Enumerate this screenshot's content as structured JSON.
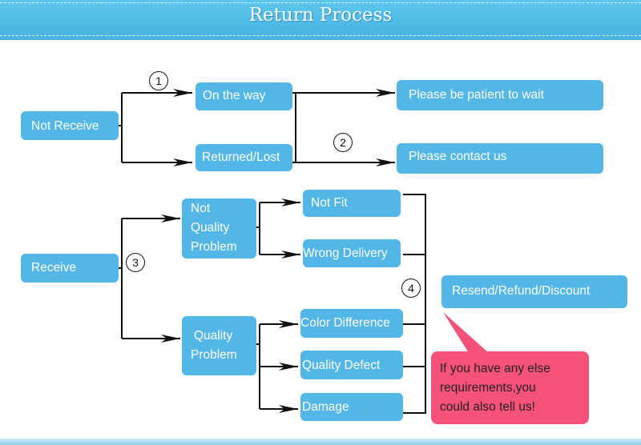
{
  "header": {
    "title": "Return Process"
  },
  "nodes": {
    "not_receive": "Not Receive",
    "on_the_way": "On the way",
    "returned_lost": "Returned/Lost",
    "be_patient": "Please be patient to wait",
    "contact_us": "Please contact us",
    "receive": "Receive",
    "not_quality_problem": [
      "Not",
      "Quality",
      "Problem"
    ],
    "quality_problem": [
      "Quality",
      "Problem"
    ],
    "not_fit": "Not Fit",
    "wrong_delivery": "Wrong Delivery",
    "color_difference": "Color Difference",
    "quality_defect": "Quality Defect",
    "damage": "Damage",
    "resend_refund": "Resend/Refund/Discount"
  },
  "step_markers": [
    "1",
    "2",
    "3",
    "4"
  ],
  "note": {
    "lines": [
      "If you have any else",
      "requirements,you",
      "could also tell us!"
    ]
  },
  "colors": {
    "header": "#4bb8e4",
    "node": "#52b7e6",
    "note": "#f5527a",
    "line": "#111111"
  }
}
